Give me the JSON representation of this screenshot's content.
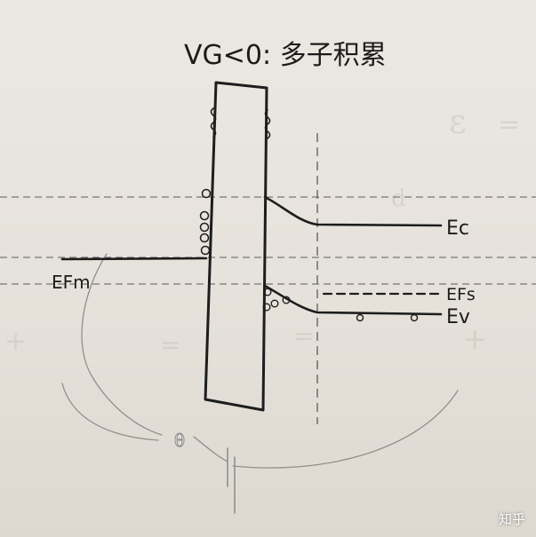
{
  "title": "VG<0: 多子积累",
  "labels": {
    "efm": "EFm",
    "ec": "Ec",
    "efs": "EFs",
    "ev": "Ev",
    "theta": "θ"
  },
  "watermark": "知乎",
  "colors": {
    "paper": "#e7e3dc",
    "ink": "#1d1d1d",
    "pencil": "#8f8f8f",
    "grid": "#555555"
  }
}
